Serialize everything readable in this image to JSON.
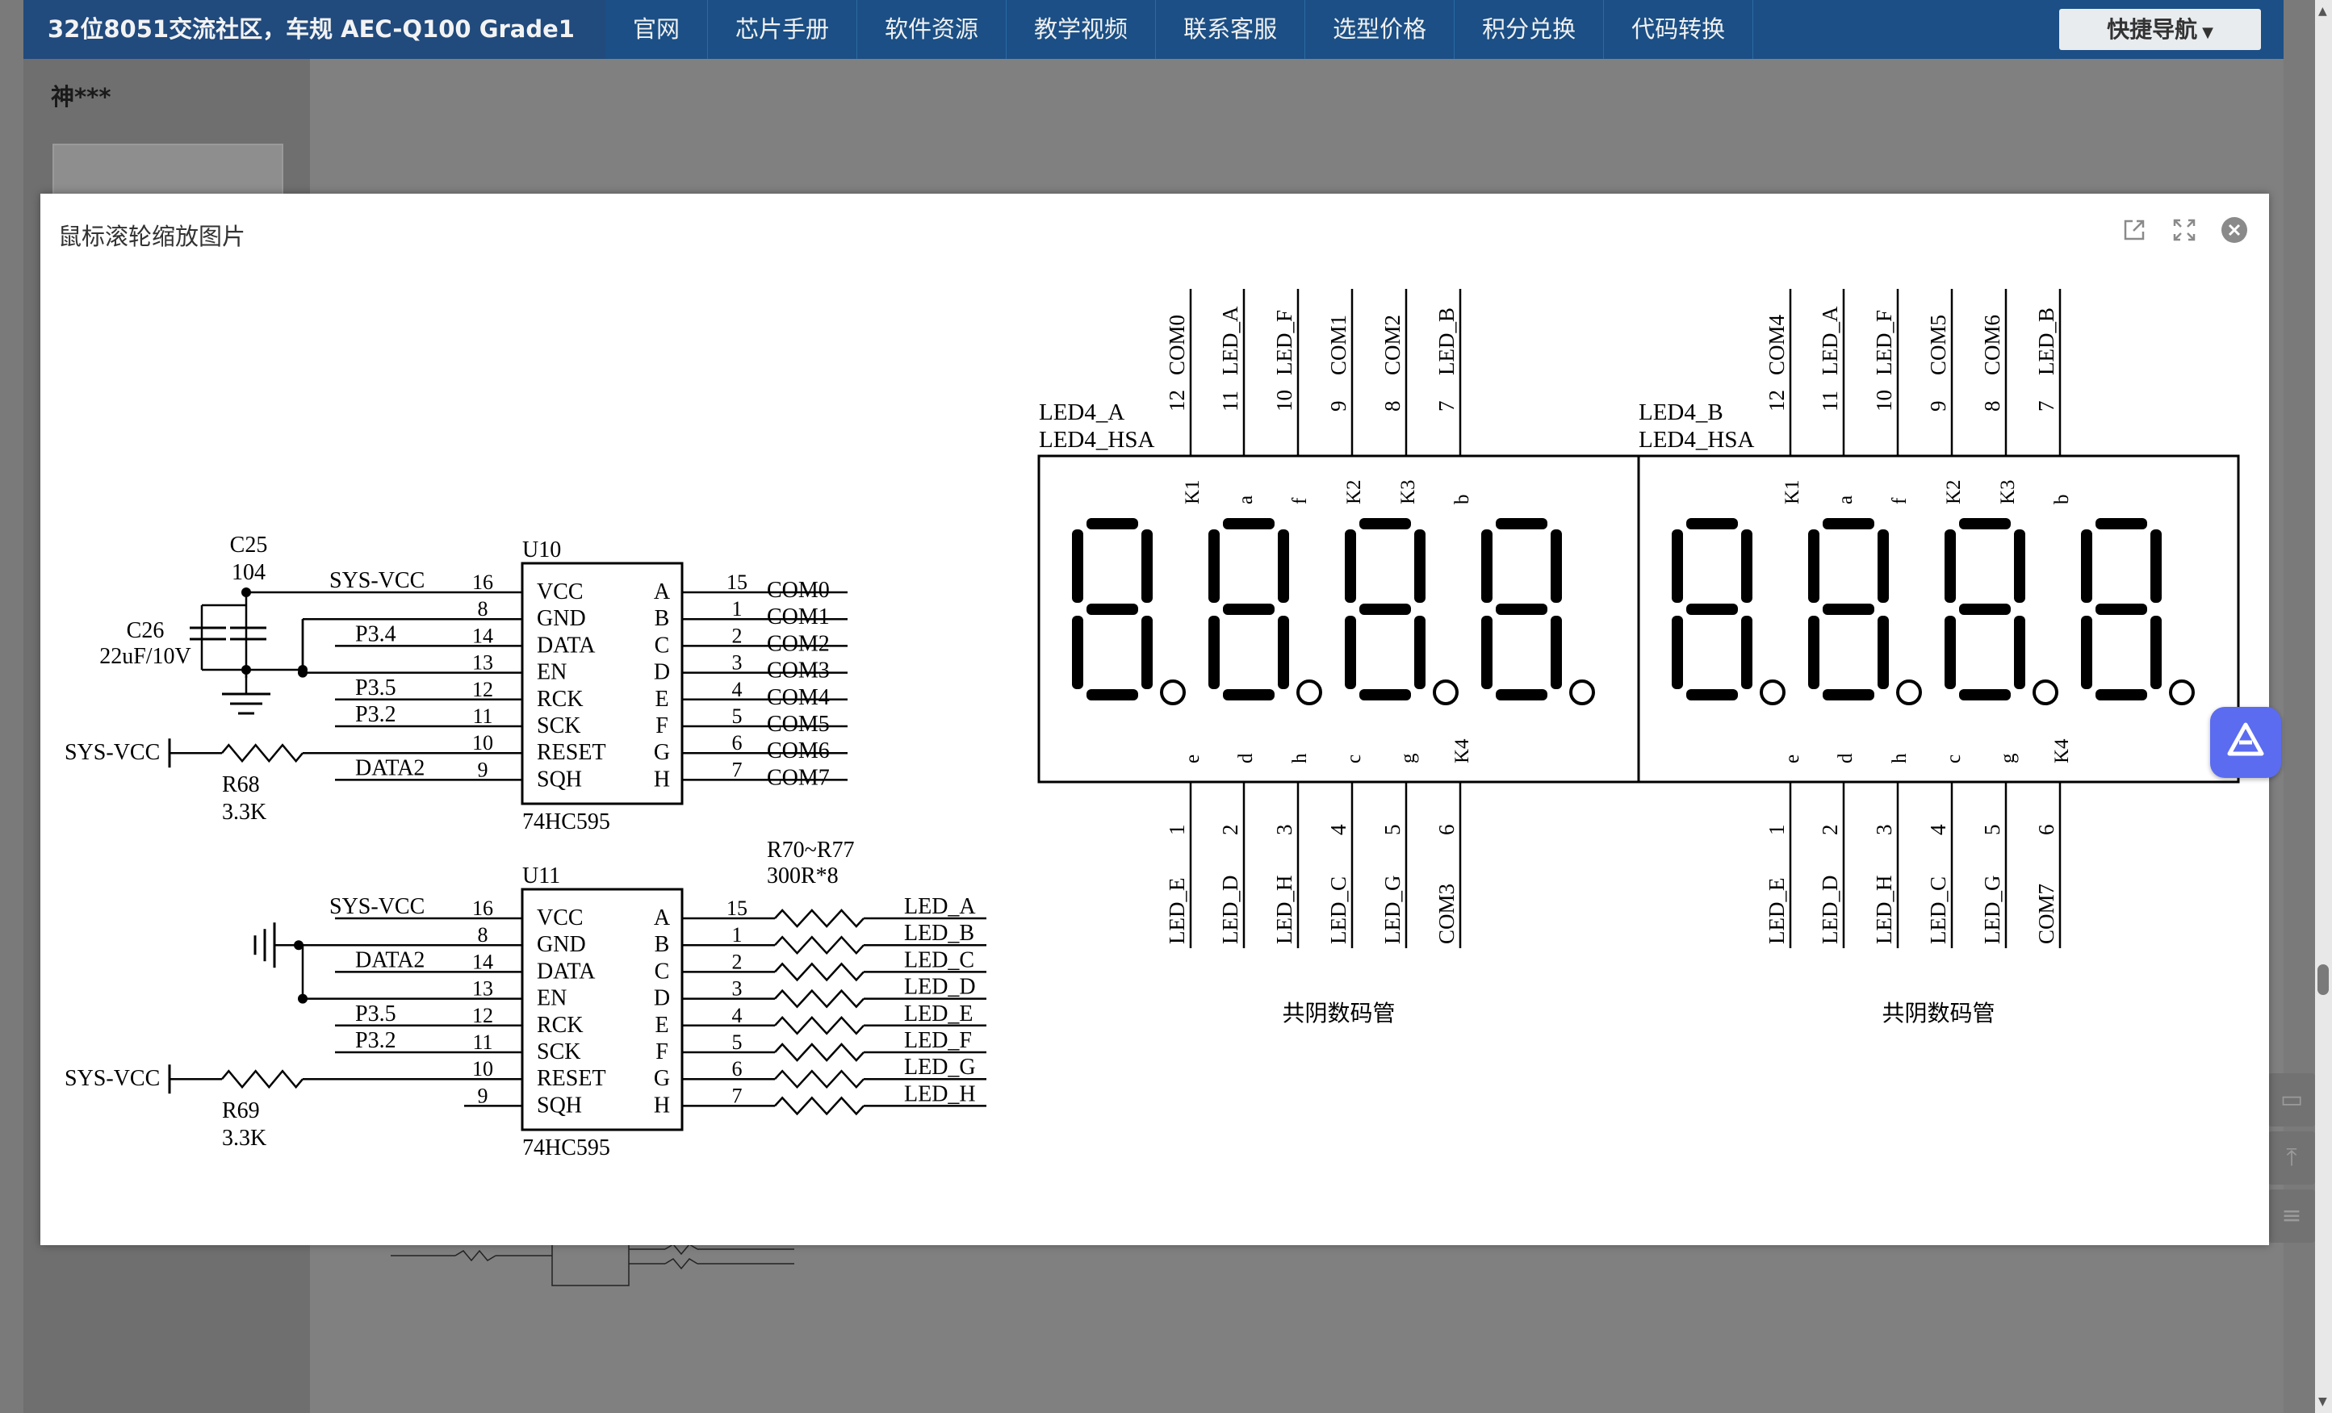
{
  "header": {
    "brand": "32位8051交流社区，车规 AEC-Q100 Grade1",
    "nav": [
      "官网",
      "芯片手册",
      "软件资源",
      "教学视频",
      "联系客服",
      "选型价格",
      "积分兑换",
      "代码转换"
    ],
    "quick_nav": "快捷导航"
  },
  "sidebar": {
    "user_name": "神***"
  },
  "modal": {
    "title": "鼠标滚轮缩放图片"
  },
  "schematic": {
    "caps": {
      "c25": "C25",
      "c25_val": "104",
      "c26": "C26",
      "c26_val": "22uF/10V"
    },
    "u10": {
      "ref": "U10",
      "part": "74HC595",
      "left_pins": [
        {
          "num": "16",
          "name": "VCC",
          "net": "SYS-VCC"
        },
        {
          "num": "8",
          "name": "GND",
          "net": ""
        },
        {
          "num": "14",
          "name": "DATA",
          "net": "P3.4"
        },
        {
          "num": "13",
          "name": "EN",
          "net": ""
        },
        {
          "num": "12",
          "name": "RCK",
          "net": "P3.5"
        },
        {
          "num": "11",
          "name": "SCK",
          "net": "P3.2"
        },
        {
          "num": "10",
          "name": "RESET",
          "net": ""
        },
        {
          "num": "9",
          "name": "SQH",
          "net": "DATA2"
        }
      ],
      "right_pins": [
        {
          "num": "15",
          "name": "A",
          "net": "COM0"
        },
        {
          "num": "1",
          "name": "B",
          "net": "COM1"
        },
        {
          "num": "2",
          "name": "C",
          "net": "COM2"
        },
        {
          "num": "3",
          "name": "D",
          "net": "COM3"
        },
        {
          "num": "4",
          "name": "E",
          "net": "COM4"
        },
        {
          "num": "5",
          "name": "F",
          "net": "COM5"
        },
        {
          "num": "6",
          "name": "G",
          "net": "COM6"
        },
        {
          "num": "7",
          "name": "H",
          "net": "COM7"
        }
      ],
      "reset_net": "SYS-VCC",
      "resistor": "R68",
      "resistor_val": "3.3K"
    },
    "u11": {
      "ref": "U11",
      "part": "74HC595",
      "left_pins": [
        {
          "num": "16",
          "name": "VCC",
          "net": "SYS-VCC"
        },
        {
          "num": "8",
          "name": "GND",
          "net": ""
        },
        {
          "num": "14",
          "name": "DATA",
          "net": "DATA2"
        },
        {
          "num": "13",
          "name": "EN",
          "net": ""
        },
        {
          "num": "12",
          "name": "RCK",
          "net": "P3.5"
        },
        {
          "num": "11",
          "name": "SCK",
          "net": "P3.2"
        },
        {
          "num": "10",
          "name": "RESET",
          "net": ""
        },
        {
          "num": "9",
          "name": "SQH",
          "net": ""
        }
      ],
      "right_pins": [
        {
          "num": "15",
          "name": "A",
          "net": "LED_A"
        },
        {
          "num": "1",
          "name": "B",
          "net": "LED_B"
        },
        {
          "num": "2",
          "name": "C",
          "net": "LED_C"
        },
        {
          "num": "3",
          "name": "D",
          "net": "LED_D"
        },
        {
          "num": "4",
          "name": "E",
          "net": "LED_E"
        },
        {
          "num": "5",
          "name": "F",
          "net": "LED_F"
        },
        {
          "num": "6",
          "name": "G",
          "net": "LED_G"
        },
        {
          "num": "7",
          "name": "H",
          "net": "LED_H"
        }
      ],
      "reset_net": "SYS-VCC",
      "resistor": "R69",
      "resistor_val": "3.3K",
      "rnet": "R70~R77",
      "rnet_val": "300R*8"
    },
    "displays": [
      {
        "name": "LED4_A",
        "type": "LED4_HSA",
        "caption": "共阴数码管",
        "top_pins": [
          {
            "num": "12",
            "net": "COM0",
            "inner": "K1"
          },
          {
            "num": "11",
            "net": "LED_A",
            "inner": "a"
          },
          {
            "num": "10",
            "net": "LED_F",
            "inner": "f"
          },
          {
            "num": "9",
            "net": "COM1",
            "inner": "K2"
          },
          {
            "num": "8",
            "net": "COM2",
            "inner": "K3"
          },
          {
            "num": "7",
            "net": "LED_B",
            "inner": "b"
          }
        ],
        "bottom_pins": [
          {
            "num": "1",
            "net": "LED_E",
            "inner": "e"
          },
          {
            "num": "2",
            "net": "LED_D",
            "inner": "d"
          },
          {
            "num": "3",
            "net": "LED_H",
            "inner": "h"
          },
          {
            "num": "4",
            "net": "LED_C",
            "inner": "c"
          },
          {
            "num": "5",
            "net": "LED_G",
            "inner": "g"
          },
          {
            "num": "6",
            "net": "COM3",
            "inner": "K4"
          }
        ]
      },
      {
        "name": "LED4_B",
        "type": "LED4_HSA",
        "caption": "共阴数码管",
        "top_pins": [
          {
            "num": "12",
            "net": "COM4",
            "inner": "K1"
          },
          {
            "num": "11",
            "net": "LED_A",
            "inner": "a"
          },
          {
            "num": "10",
            "net": "LED_F",
            "inner": "f"
          },
          {
            "num": "9",
            "net": "COM5",
            "inner": "K2"
          },
          {
            "num": "8",
            "net": "COM6",
            "inner": "K3"
          },
          {
            "num": "7",
            "net": "LED_B",
            "inner": "b"
          }
        ],
        "bottom_pins": [
          {
            "num": "1",
            "net": "LED_E",
            "inner": "e"
          },
          {
            "num": "2",
            "net": "LED_D",
            "inner": "d"
          },
          {
            "num": "3",
            "net": "LED_H",
            "inner": "h"
          },
          {
            "num": "4",
            "net": "LED_C",
            "inner": "c"
          },
          {
            "num": "5",
            "net": "LED_G",
            "inner": "g"
          },
          {
            "num": "6",
            "net": "COM7",
            "inner": "K4"
          }
        ]
      }
    ]
  }
}
